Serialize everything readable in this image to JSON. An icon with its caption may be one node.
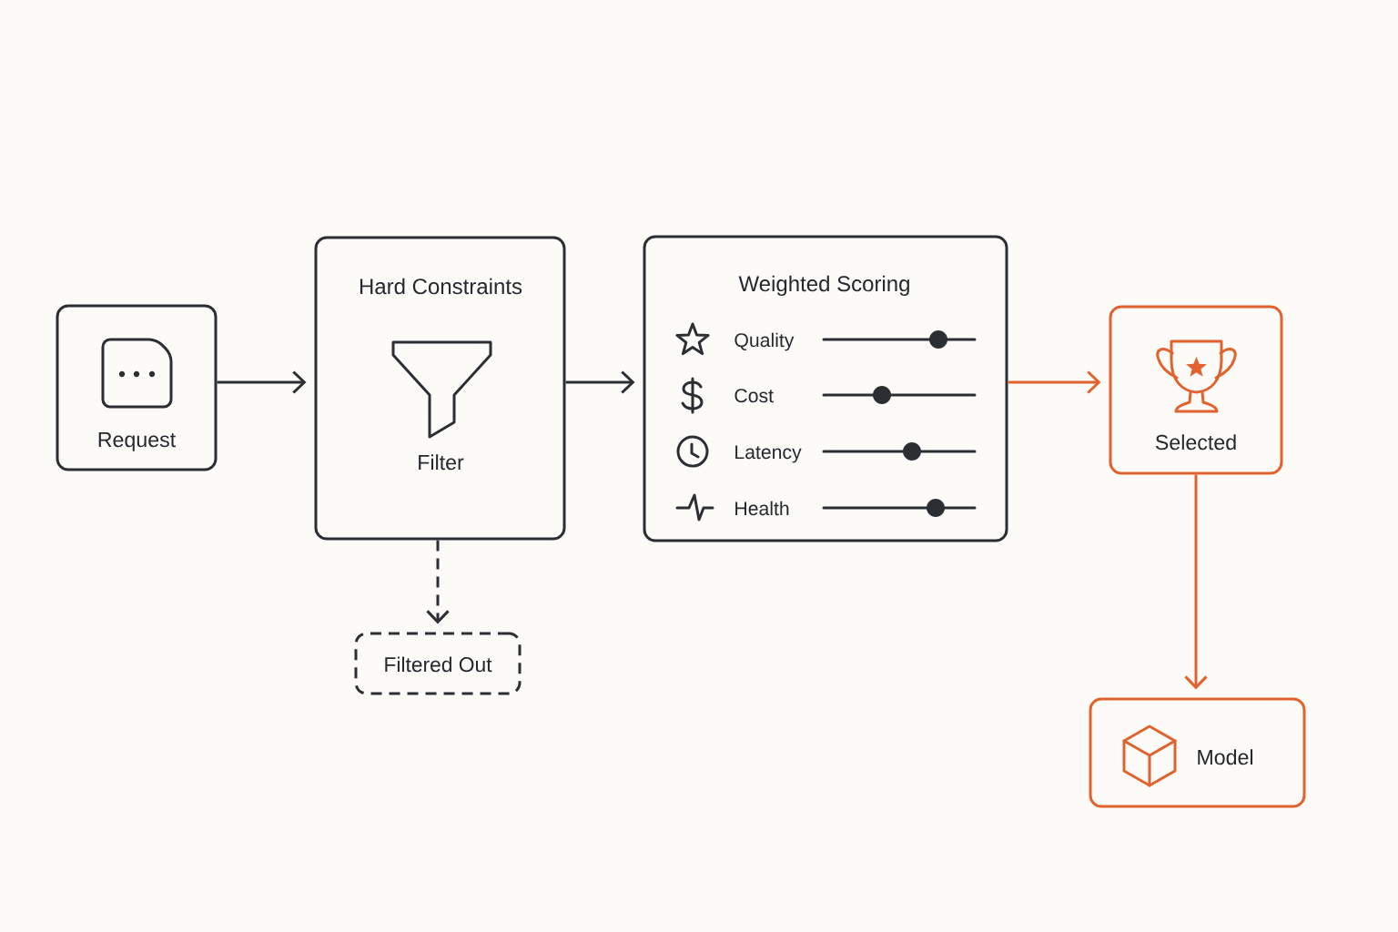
{
  "diagram": {
    "nodes": [
      {
        "text": [
          "Request"
        ]
      },
      {
        "text": [
          "Hard Constraints",
          "Filter"
        ]
      },
      {
        "text": [
          "Filtered Out"
        ]
      },
      {
        "text": [
          "Weighted Scoring",
          "Quality",
          "Cost",
          "Latency",
          "Health"
        ]
      },
      {
        "text": [
          "Selected"
        ]
      },
      {
        "text": [
          "Model"
        ]
      }
    ],
    "edges": [
      {
        "from": 0,
        "to": 1,
        "arrow": "to"
      },
      {
        "from": 1,
        "to": 3,
        "arrow": "to"
      },
      {
        "from": 1,
        "to": 2,
        "arrow": "to",
        "style": "dashed"
      },
      {
        "from": 3,
        "to": 4,
        "arrow": "to",
        "color": "#e2622e"
      },
      {
        "from": 4,
        "to": 5,
        "arrow": "to",
        "color": "#e2622e"
      }
    ]
  }
}
